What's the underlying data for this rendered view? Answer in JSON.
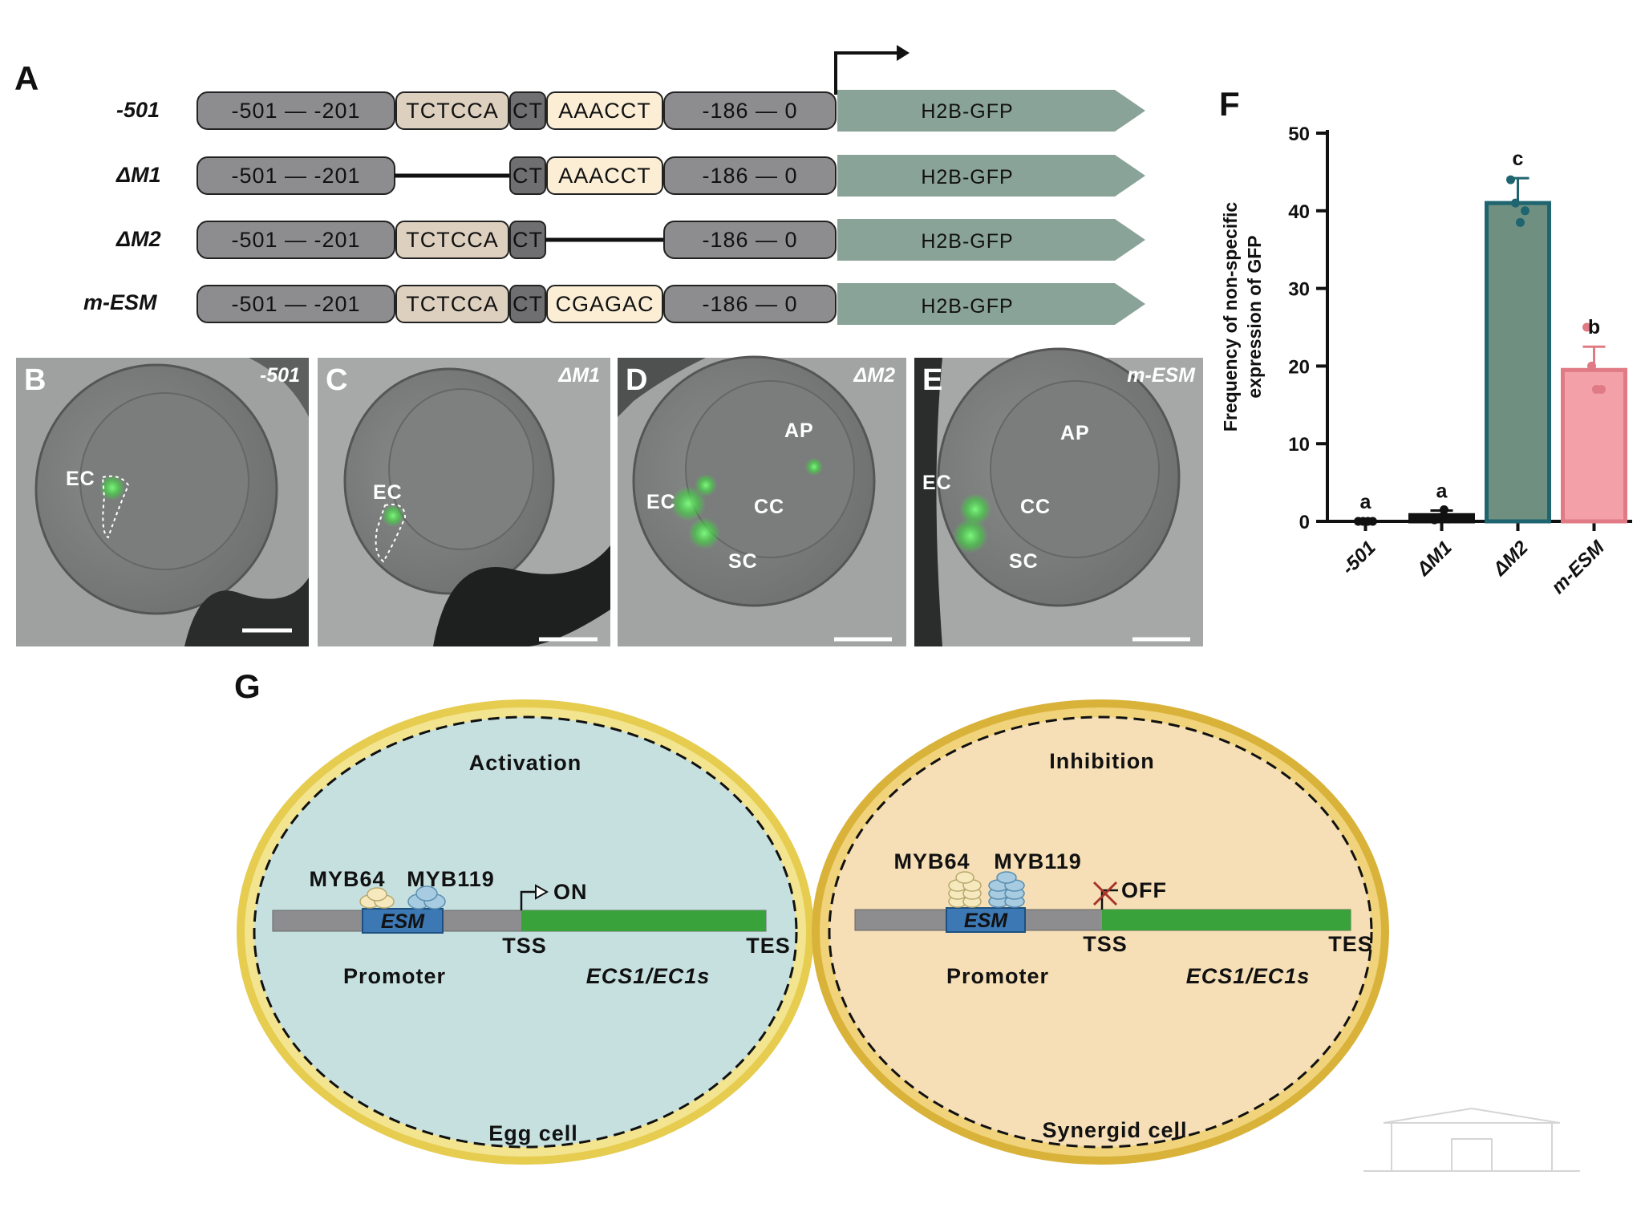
{
  "panel_letters": {
    "a": "A",
    "b": "B",
    "c": "C",
    "d": "D",
    "e": "E",
    "f": "F",
    "g": "G"
  },
  "constructs": [
    {
      "label": "-501",
      "seg1": "-501 — -201",
      "m1": "TCTCCA",
      "ct": "CT",
      "m2": "AAACCT",
      "seg2": "-186 — 0",
      "gfp": "H2B-GFP",
      "delete_m1": false,
      "delete_m2": false
    },
    {
      "label": "ΔM1",
      "seg1": "-501 — -201",
      "m1": "",
      "ct": "CT",
      "m2": "AAACCT",
      "seg2": "-186 — 0",
      "gfp": "H2B-GFP",
      "delete_m1": true,
      "delete_m2": false
    },
    {
      "label": "ΔM2",
      "seg1": "-501 — -201",
      "m1": "TCTCCA",
      "ct": "CT",
      "m2": "",
      "seg2": "-186 — 0",
      "gfp": "H2B-GFP",
      "delete_m1": false,
      "delete_m2": true
    },
    {
      "label": "m-ESM",
      "seg1": "-501 — -201",
      "m1": "TCTCCA",
      "ct": "CT",
      "m2": "CGAGAC",
      "seg2": "-186 — 0",
      "gfp": "H2B-GFP",
      "delete_m1": false,
      "delete_m2": false
    }
  ],
  "colors": {
    "grey_seg": "#8d8d8f",
    "m1_fill": "#ddd0bf",
    "m2_fill": "#fbeed5",
    "ct_fill": "#6f6f71",
    "gfp_arrow": "#8aa398",
    "bar_m2_fill": "#6f8f80",
    "bar_m2_edge": "#1f6570",
    "bar_esm_fill": "#f3a0a8",
    "bar_esm_edge": "#e07a84",
    "egg_fill": "#c6e0e0",
    "syn_fill": "#f6dfb6",
    "ring": "#e0c24a",
    "myb64": "#f6e9bd",
    "myb119": "#a7cbe0",
    "esm_box": "#3c78b4",
    "gene": "#3aa23a"
  },
  "micrographs": [
    {
      "letter": "B",
      "tag": "-501",
      "annotations": [
        "EC"
      ]
    },
    {
      "letter": "C",
      "tag": "ΔM1",
      "annotations": [
        "EC"
      ]
    },
    {
      "letter": "D",
      "tag": "ΔM2",
      "annotations": [
        "AP",
        "EC",
        "CC",
        "SC"
      ]
    },
    {
      "letter": "E",
      "tag": "m-ESM",
      "annotations": [
        "EC",
        "AP",
        "CC",
        "SC"
      ]
    }
  ],
  "chart_data": {
    "type": "bar",
    "ylabel_line1": "Frequency of non-specific",
    "ylabel_line2": "expression of GFP",
    "ylim": [
      0,
      50
    ],
    "yticks": [
      0,
      10,
      20,
      30,
      40,
      50
    ],
    "categories": [
      "-501",
      "ΔM1",
      "ΔM2",
      "m-ESM"
    ],
    "values": [
      0,
      0.8,
      41,
      19.5
    ],
    "errors": [
      0,
      0.6,
      3.2,
      3
    ],
    "significance": [
      "a",
      "a",
      "c",
      "b"
    ],
    "points": [
      [
        0,
        0,
        0,
        0
      ],
      [
        0.2,
        0.5,
        1.5,
        0.3
      ],
      [
        44,
        41,
        38.5,
        40
      ],
      [
        25,
        20,
        17,
        17
      ]
    ]
  },
  "model": {
    "egg": {
      "state": "Activation",
      "cell": "Egg cell",
      "myb64": "MYB64",
      "myb119": "MYB119",
      "switch": "ON",
      "esm": "ESM",
      "tss": "TSS",
      "tes": "TES",
      "promoter": "Promoter",
      "gene": "ECS1/EC1s"
    },
    "syn": {
      "state": "Inhibition",
      "cell": "Synergid cell",
      "myb64": "MYB64",
      "myb119": "MYB119",
      "switch": "OFF",
      "esm": "ESM",
      "tss": "TSS",
      "tes": "TES",
      "promoter": "Promoter",
      "gene": "ECS1/EC1s"
    }
  }
}
